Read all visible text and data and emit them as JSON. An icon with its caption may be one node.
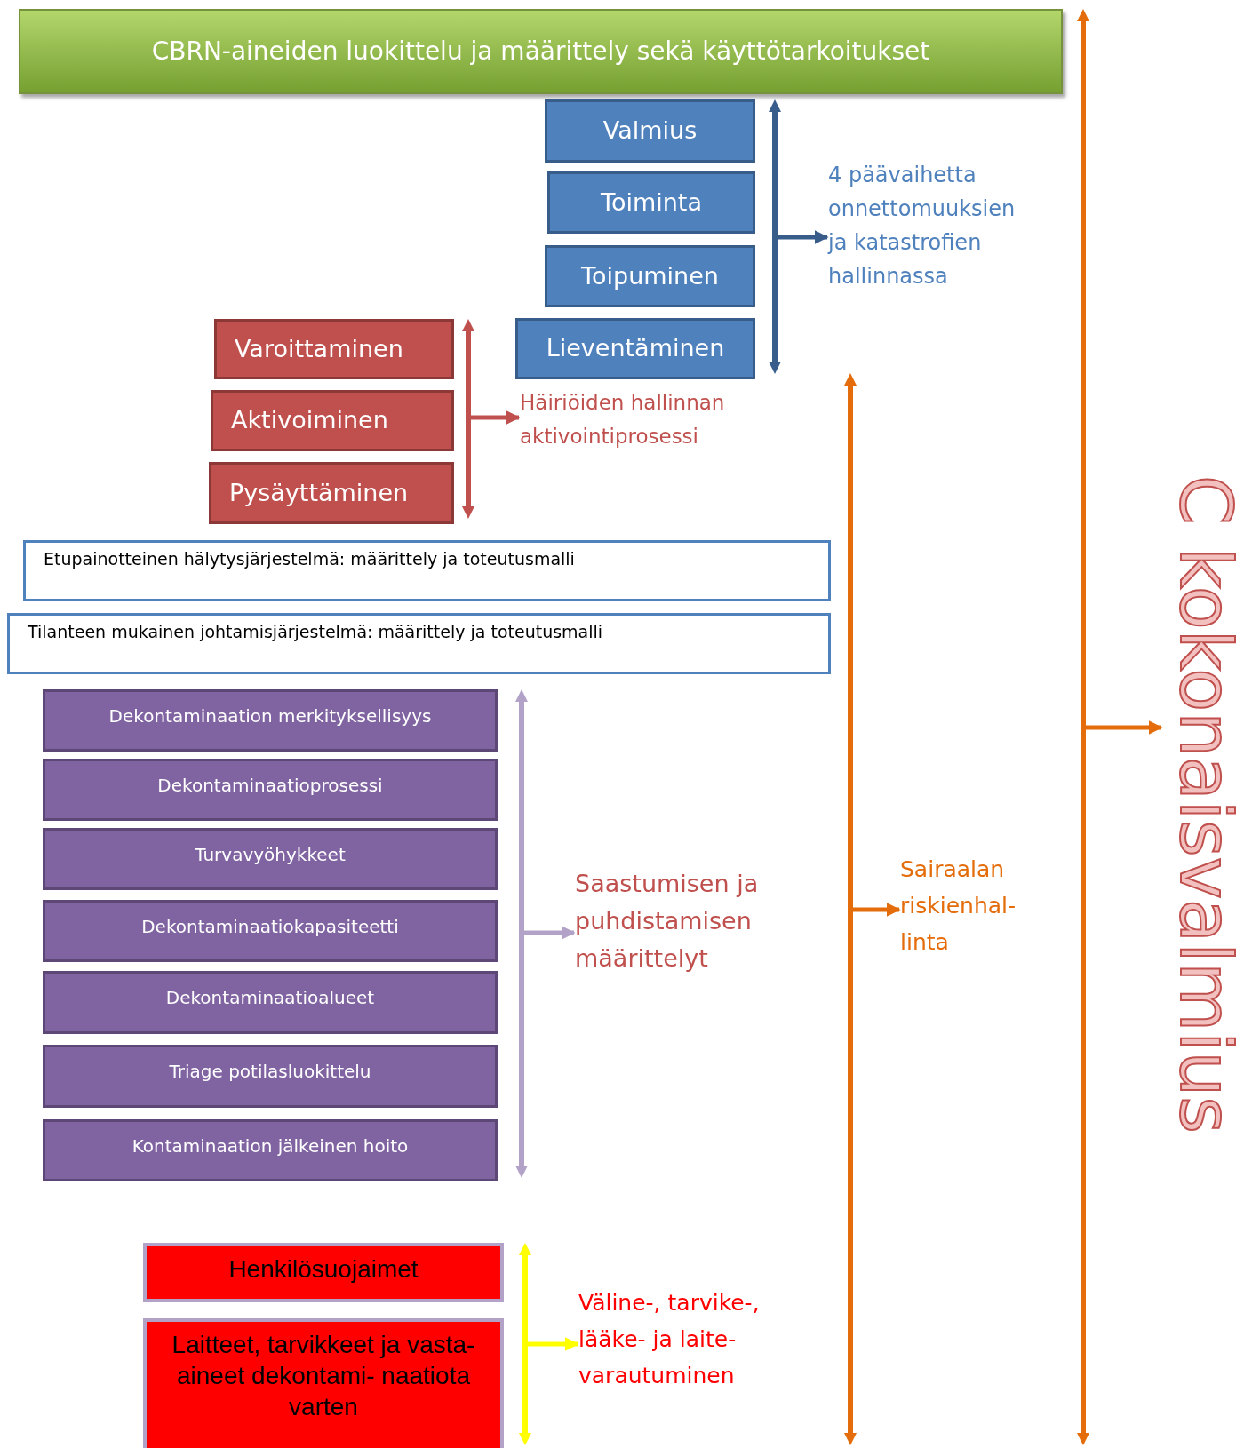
{
  "diagram": {
    "nodes": [
      {
        "text": [
          "CBRN-aineiden luokittelu ja määrittely sekä käyttötarkoitukset"
        ]
      },
      {
        "text": [
          "Valmius"
        ]
      },
      {
        "text": [
          "Toiminta"
        ]
      },
      {
        "text": [
          "Toipuminen"
        ]
      },
      {
        "text": [
          "Lieventäminen"
        ]
      },
      {
        "text": [
          "4 päävaihetta onnettomuuksien ja katastrofien hallinnassa"
        ]
      },
      {
        "text": [
          "Varoittaminen"
        ]
      },
      {
        "text": [
          "Aktivoiminen"
        ]
      },
      {
        "text": [
          "Pysäyttäminen"
        ]
      },
      {
        "text": [
          "Häiriöiden hallinnan aktivointiprosessi"
        ]
      },
      {
        "text": [
          "Etupainotteinen hälytysjärjestelmä: määrittely ja toteutusmalli"
        ]
      },
      {
        "text": [
          "Tilanteen mukainen johtamisjärjestelmä: määrittely ja toteutusmalli"
        ]
      },
      {
        "text": [
          "Dekontaminaation merkityksellisyys"
        ]
      },
      {
        "text": [
          "Dekontaminaatioprosessi"
        ]
      },
      {
        "text": [
          "Turvavyöhykkeet"
        ]
      },
      {
        "text": [
          "Dekontaminaatiokapasiteetti"
        ]
      },
      {
        "text": [
          "Dekontaminaatioalueet"
        ]
      },
      {
        "text": [
          "Triage potilasluokittelu"
        ]
      },
      {
        "text": [
          "Kontaminaation jälkeinen hoito"
        ]
      },
      {
        "text": [
          "Saastumisen ja puhdistamisen määrittelyt"
        ]
      },
      {
        "text": [
          "Henkilösuojaimet"
        ]
      },
      {
        "text": [
          "Laitteet, tarvikkeet ja vasta-aineet dekontami- naatiota varten"
        ]
      },
      {
        "text": [
          "Väline-, tarvike-, lääke- ja laite- varautuminen"
        ]
      },
      {
        "text": [
          "Sairaalan riskienhal- linta"
        ]
      },
      {
        "text": [
          "C kokonaisvalmius"
        ]
      },
      {
        "text": [],
        "shape": "bar"
      },
      {
        "text": [],
        "shape": "bar"
      },
      {
        "text": [],
        "shape": "bar"
      },
      {
        "text": [],
        "shape": "bar"
      },
      {
        "text": [],
        "shape": "bar"
      },
      {
        "text": [],
        "shape": "bar"
      }
    ],
    "edges": [
      {
        "from": 25,
        "to": 5,
        "arrow": "to",
        "color": "#385d8a"
      },
      {
        "from": 26,
        "to": 9,
        "arrow": "to",
        "color": "#c0504d"
      },
      {
        "from": 27,
        "to": 19,
        "arrow": "to",
        "color": "#b3a2c7"
      },
      {
        "from": 28,
        "to": 22,
        "arrow": "to",
        "color": "#ffff00"
      },
      {
        "from": 29,
        "to": 23,
        "arrow": "to",
        "color": "#e46c0a"
      },
      {
        "from": 30,
        "to": 24,
        "arrow": "to",
        "color": "#e46c0a"
      }
    ]
  }
}
